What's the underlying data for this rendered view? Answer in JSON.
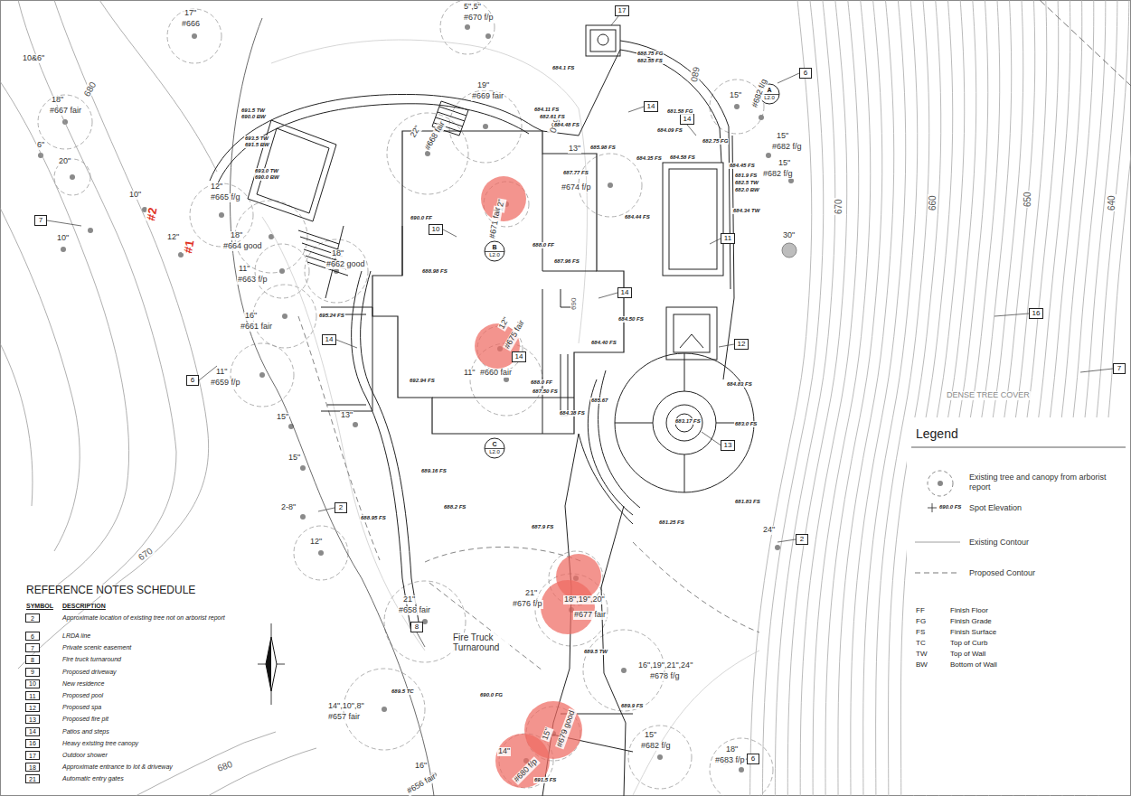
{
  "diagram": {
    "nodes": [
      {
        "text": [
          "17"
        ]
      },
      {
        "text": [
          "14"
        ]
      },
      {
        "text": [
          "14"
        ]
      },
      {
        "text": [
          "6"
        ]
      },
      {
        "text": [
          "A",
          "L2.0"
        ]
      },
      {
        "text": [
          "7"
        ]
      },
      {
        "text": [
          "10"
        ]
      },
      {
        "text": [
          "11"
        ]
      },
      {
        "text": [
          "B",
          "L2.0"
        ]
      },
      {
        "text": [
          "14"
        ]
      },
      {
        "text": [
          "16"
        ]
      },
      {
        "text": [
          "14"
        ]
      },
      {
        "text": [
          "12"
        ]
      },
      {
        "text": [
          "14"
        ]
      },
      {
        "text": [
          "7"
        ]
      },
      {
        "text": [
          "6"
        ]
      },
      {
        "text": [
          "C",
          "L2.0"
        ]
      },
      {
        "text": [
          "13"
        ]
      },
      {
        "text": [
          "2"
        ]
      },
      {
        "text": [
          "2"
        ]
      },
      {
        "text": [
          "8"
        ]
      },
      {
        "text": [
          "6"
        ]
      },
      {
        "text": [
          "2"
        ]
      },
      {
        "text": [
          "6"
        ]
      },
      {
        "text": [
          "7"
        ]
      },
      {
        "text": [
          "8"
        ]
      },
      {
        "text": [
          "9"
        ]
      },
      {
        "text": [
          "10"
        ]
      },
      {
        "text": [
          "11"
        ]
      },
      {
        "text": [
          "12"
        ]
      },
      {
        "text": [
          "13"
        ]
      },
      {
        "text": [
          "14"
        ]
      },
      {
        "text": [
          "16"
        ]
      },
      {
        "text": [
          "17"
        ]
      },
      {
        "text": [
          "18"
        ]
      },
      {
        "text": [
          "21"
        ]
      }
    ],
    "labels": [
      "17\"",
      "#666",
      "5\",5\"",
      "#670 f/p",
      "19\"",
      "#669 fair",
      "10&6\"",
      "18\"",
      "#667 fair",
      "6\"",
      "20\"",
      "10\"",
      "#2",
      "12\"",
      "#1",
      "10\"",
      "22\"",
      "#668 fair",
      "12\"",
      "#665 f/g",
      "18\"",
      "#664 good",
      "18\"",
      "#662 good",
      "11\"",
      "#663 f/p",
      "16\"",
      "#661 fair",
      "11\"",
      "#659 f/p",
      "15\"",
      "13\"",
      "15\"",
      "2-8\"",
      "12\"",
      "21\"",
      "#658 fair",
      "14\",10\",8\"",
      "#657 fair",
      "16\"",
      "#656 fair",
      "13\"",
      "#674 f/p",
      "12\"",
      "#671 fair",
      "12\"",
      "#675 fair",
      "11\"",
      "#660 fair",
      "21\"",
      "#676 f/p",
      "18\",19\",20\"",
      "#677 fair",
      "16\",19\",21\",24\"",
      "#678 f/g",
      "15\"",
      "#679 good",
      "14\"",
      "#680 f/p",
      "15\"",
      "#682 f/g",
      "18\"",
      "#683 f/p",
      "15\"",
      "#682 f/g",
      "15\"",
      "#682 f/g",
      "15\"",
      "#682 f/g",
      "30\"",
      "24\"",
      "DENSE TREE COVER",
      "Fire Truck Turnaround",
      "680",
      "690",
      "680",
      "670",
      "660",
      "650",
      "640",
      "690",
      "670",
      "680",
      "Legend",
      "690.0 FS",
      "FF",
      "Finish Floor",
      "FG",
      "Finish Grade",
      "FS",
      "Finish Surface",
      "TC",
      "Top of Curb",
      "TW",
      "Top of Wall",
      "BW",
      "Bottom of Wall",
      "REFERENCE NOTES SCHEDULE",
      "SYMBOL",
      "DESCRIPTION",
      "Approximate location of existing tree not on arborist report",
      "LRDA line",
      "Private scenic easement",
      "Fire truck turnaround",
      "Proposed driveway",
      "New residence",
      "Proposed pool",
      "Proposed spa",
      "Proposed fire pit",
      "Patios and steps",
      "Heavy existing tree canopy",
      "Outdoor shower",
      "Approximate entrance to lot & driveway",
      "Automatic entry gates",
      "684.1 FS",
      "688.75 FG",
      "682.55 FS",
      "684.11 FS",
      "682.61 FS",
      "684.48 FS",
      "681.58 FG",
      "684.09 FS",
      "682.75 FG",
      "684.35 FS",
      "684.58 FS",
      "684.45 FS",
      "681.9 FS",
      "682.5 TW",
      "682.0 BW",
      "684.34 TW",
      "691.5 TW",
      "690.0 BW",
      "693.5 TW",
      "691.5 BW",
      "693.0 TW",
      "690.0 BW",
      "690.0 FF",
      "688.98 FS",
      "685.98 FS",
      "687.77 FS",
      "688.0 FF",
      "687.96 FS",
      "684.44 FS",
      "684.50 FS",
      "684.40 FS",
      "688.0 FF",
      "687.50 FS",
      "684.38 FS",
      "685.67",
      "683.17 FS",
      "683.0 FS",
      "684.83 FS",
      "689.16 FS",
      "688.95 FS",
      "688.2 FS",
      "687.9 FS",
      "690.0 FG",
      "689.5 TW",
      "689.9 FS",
      "689.5 TC",
      "691.5 FS",
      "695.24 FS",
      "692.94 FS",
      "681.83 FS",
      "681.25 FS"
    ],
    "legend": [
      {
        "text": "Existing tree and canopy from arborist report"
      },
      {
        "text": "Spot Elevation"
      },
      {
        "text": "Existing Contour"
      },
      {
        "text": "Proposed Contour"
      }
    ]
  }
}
